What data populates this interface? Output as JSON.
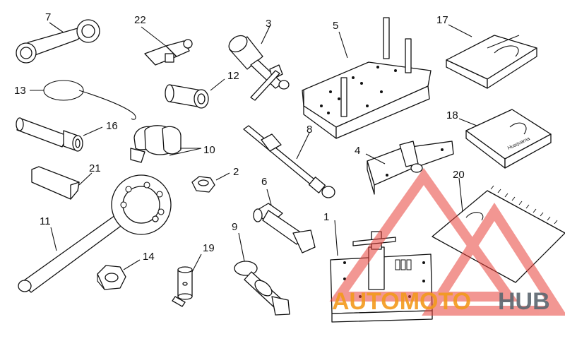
{
  "labels": {
    "l1": "1",
    "l2": "2",
    "l3": "3",
    "l4": "4",
    "l5": "5",
    "l6": "6",
    "l7": "7",
    "l8": "8",
    "l9": "9",
    "l10": "10",
    "l11": "11",
    "l12": "12",
    "l13": "13",
    "l14": "14",
    "l16": "16",
    "l17": "17",
    "l18": "18",
    "l19": "19",
    "l20": "20",
    "l21": "21",
    "l22": "22"
  },
  "watermark": {
    "part1": "AUTOMOTO",
    "part2": "HUB",
    "color_red": "#e8423a",
    "color_orange": "#f39a1c",
    "color_gray": "#5b6770"
  },
  "booklets": {
    "brand": "Husqvarna"
  }
}
